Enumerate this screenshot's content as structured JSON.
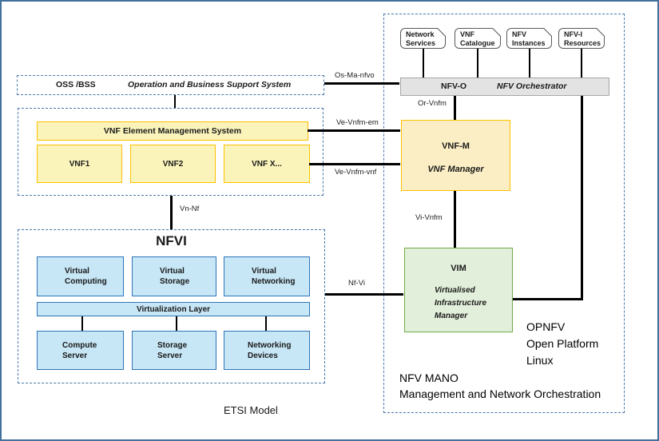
{
  "oss_bss": {
    "abbr": "OSS /BSS",
    "title": "Operation and Business Support System"
  },
  "vnf_layer": {
    "ems_label": "VNF Element Management System",
    "vnfs": [
      "VNF1",
      "VNF2",
      "VNF X..."
    ]
  },
  "nfvi": {
    "title": "NFVI",
    "virtual_boxes": [
      [
        "Virtual",
        "Computing"
      ],
      [
        "Virtual",
        "Storage"
      ],
      [
        "Virtual",
        "Networking"
      ]
    ],
    "virtualization_layer": "Virtualization Layer",
    "hardware_boxes": [
      [
        "Compute",
        "Server"
      ],
      [
        "Storage",
        "Server"
      ],
      [
        "Networking",
        "Devices"
      ]
    ]
  },
  "mano": {
    "data_stores": [
      [
        "Network",
        "Services"
      ],
      [
        "VNF",
        "Catalogue"
      ],
      [
        "NFV",
        "Instances"
      ],
      [
        "NFV-I",
        "Resources"
      ]
    ],
    "nfvo": {
      "abbr": "NFV-O",
      "title": "NFV Orchestrator"
    },
    "vnfm": {
      "abbr": "VNF-M",
      "title": "VNF Manager"
    },
    "vim": {
      "abbr": "VIM",
      "title_lines": [
        "Virtualised",
        "Infrastructure",
        "Manager"
      ]
    },
    "opnfv_lines": [
      "OPNFV",
      "Open Platform",
      "Linux"
    ],
    "caption_lines": [
      "NFV MANO",
      "Management and Network Orchestration"
    ]
  },
  "reference_points": {
    "os_ma": "Os-Ma-nfvo",
    "or_vnfm": "Or-Vnfm",
    "ve_vnfm_em": "Ve-Vnfm-em",
    "ve_vnfm_vnf": "Ve-Vnfm-vnf",
    "vi_vnfm": "Vi-Vnfm",
    "vn_nf": "Vn-Nf",
    "nf_vi": "Nf-Vi"
  },
  "footer": {
    "model_label": "ETSI Model"
  },
  "colors": {
    "outer_border": "#41719C",
    "dashed_border": "#4878A8",
    "yellow_fill": "#FBF4BA",
    "gold_border": "#FFC000",
    "vnfm_fill": "#FBEEC4",
    "vim_fill": "#E2EFDA",
    "vim_border": "#70AD47",
    "blue_fill": "#C7E6F6",
    "blue_border": "#2E75B6",
    "nfvo_fill": "#E3E3E3"
  }
}
